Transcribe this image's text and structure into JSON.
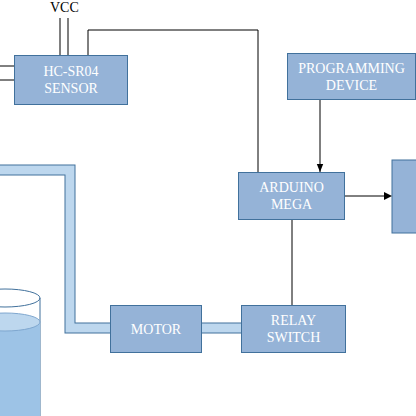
{
  "diagram": {
    "nodes": [
      {
        "text": [
          "HC-SR04 SENSOR"
        ]
      },
      {
        "text": [
          "PROGRAMMING DEVICE"
        ]
      },
      {
        "text": [
          "ARDUINO MEGA"
        ]
      },
      {
        "text": [
          "MOTOR"
        ]
      },
      {
        "text": [
          "RELAY SWITCH"
        ]
      }
    ],
    "edges": [
      {
        "from": 0,
        "to": 2,
        "arrow": "none"
      },
      {
        "from": 1,
        "to": 2,
        "arrow": "to"
      },
      {
        "from": 2,
        "to": 4,
        "arrow": "none"
      },
      {
        "from": 3,
        "to": 4,
        "arrow": "none"
      }
    ],
    "labels": [
      "VCC"
    ]
  }
}
